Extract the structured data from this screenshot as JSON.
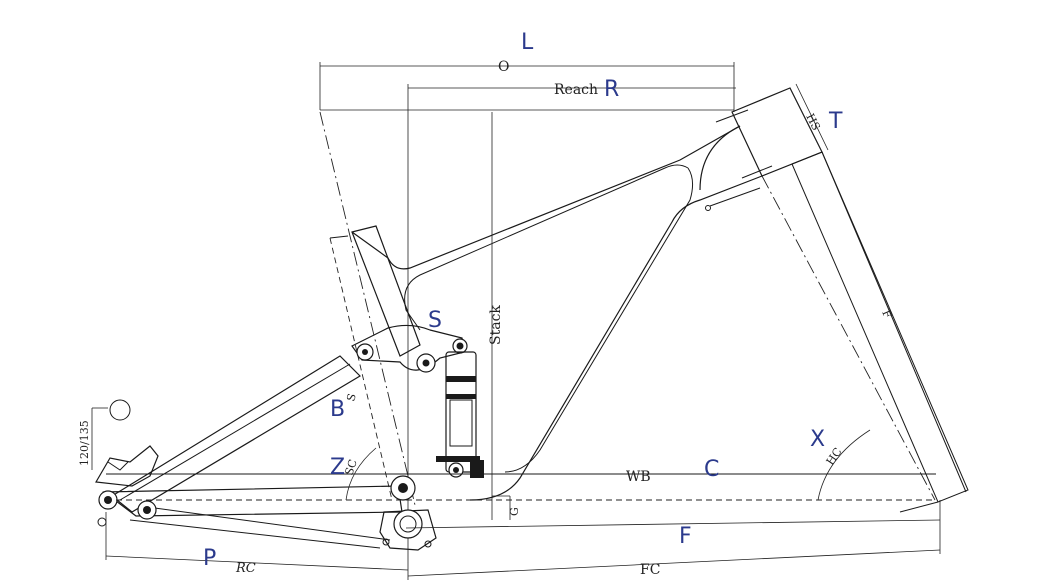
{
  "letters": {
    "L": "L",
    "R": "R",
    "T": "T",
    "S": "S",
    "B": "B",
    "Z": "Z",
    "C": "C",
    "X": "X",
    "F": "F",
    "P": "P"
  },
  "dimension_labels": {
    "top_length": "O",
    "reach": "Reach",
    "stack": "Stack",
    "head_tube": "HS",
    "fork": "F",
    "seat_tube": "S",
    "seat_angle": "SC",
    "head_angle": "HC",
    "wheelbase": "WB",
    "bb_drop": "G",
    "rear_center": "RC",
    "front_center": "FC",
    "rear_spacing": "120/135"
  },
  "colors": {
    "letter": "#2b3a8c",
    "line": "#1a1a1a"
  }
}
